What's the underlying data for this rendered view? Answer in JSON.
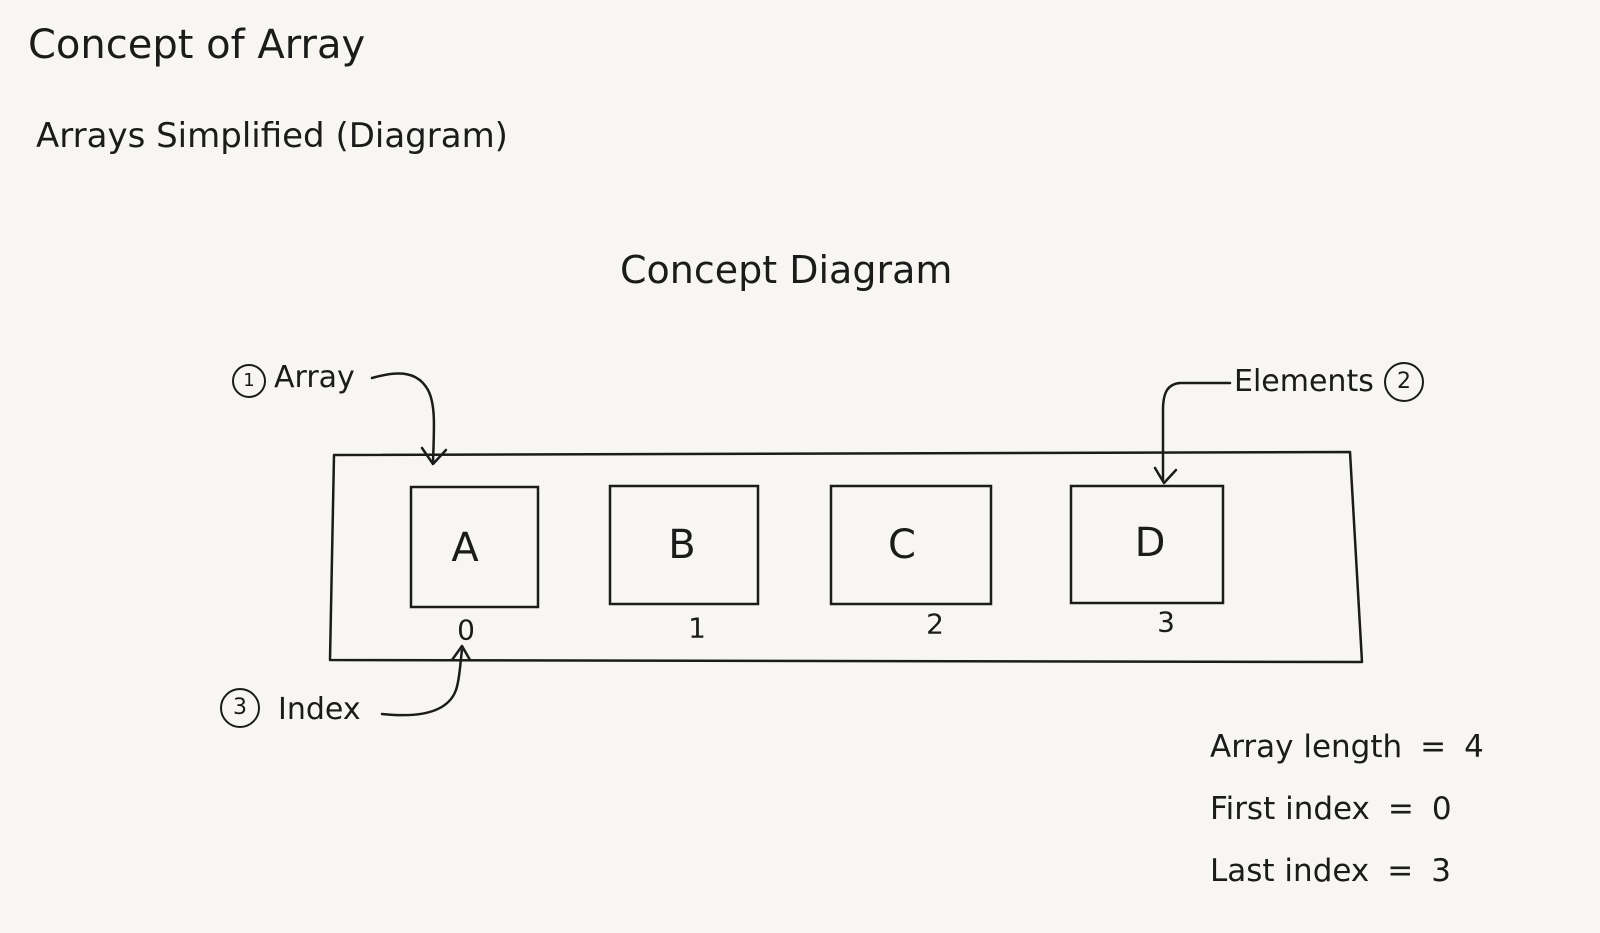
{
  "title": "Concept of Array",
  "subtitle": "Arrays Simplified (Diagram)",
  "diagram_title": "Concept Diagram",
  "cells": [
    {
      "value": "A",
      "index": "0"
    },
    {
      "value": "B",
      "index": "1"
    },
    {
      "value": "C",
      "index": "2"
    },
    {
      "value": "D",
      "index": "3"
    }
  ],
  "callouts": {
    "array": {
      "number": "1",
      "label": "Array"
    },
    "elements": {
      "number": "2",
      "label": "Elements"
    },
    "index": {
      "number": "3",
      "label": "Index"
    }
  },
  "stats": [
    {
      "label": "Array length",
      "value": "4"
    },
    {
      "label": "First index",
      "value": "0"
    },
    {
      "label": "Last index",
      "value": "3"
    }
  ],
  "colors": {
    "ink": "#1b1b1b",
    "paper": "#f7f6f3"
  }
}
